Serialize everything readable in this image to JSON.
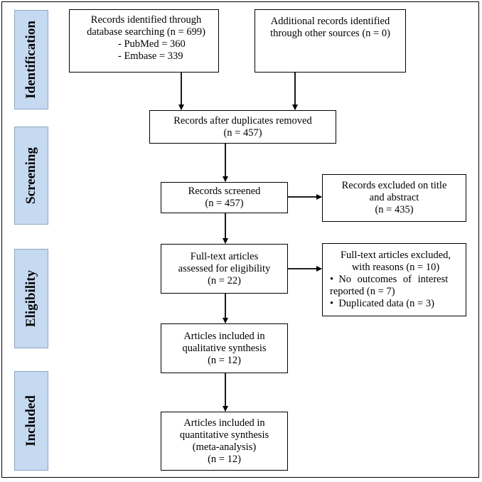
{
  "phases": {
    "identification": "Identification",
    "screening": "Screening",
    "eligibility": "Eligibility",
    "included": "Included"
  },
  "boxes": {
    "database": {
      "line1": "Records identified through",
      "line2": "database searching (n = 699)",
      "line3": "- PubMed = 360",
      "line4": "- Embase = 339"
    },
    "other_sources": {
      "line1": "Additional records identified",
      "line2": "through other sources (n = 0)"
    },
    "after_duplicates": {
      "line1": "Records after duplicates removed",
      "line2": "(n = 457)"
    },
    "screened": {
      "line1": "Records screened",
      "line2": "(n = 457)"
    },
    "excluded_title": {
      "line1": "Records excluded on title",
      "line2": "and abstract",
      "line3": "(n = 435)"
    },
    "fulltext": {
      "line1": "Full-text articles",
      "line2": "assessed for eligibility",
      "line3": "(n = 22)"
    },
    "fulltext_excluded": {
      "line1": "Full-text articles excluded,",
      "line2": "with reasons (n = 10)",
      "bullet1a": "No outcomes of interest",
      "bullet1b": "reported (n = 7)",
      "bullet2": "Duplicated data (n = 3)"
    },
    "qualitative": {
      "line1": "Articles included in",
      "line2": "qualitative synthesis",
      "line3": "(n = 12)"
    },
    "quantitative": {
      "line1": "Articles included in",
      "line2": "quantitative synthesis",
      "line3": "(meta-analysis)",
      "line4": "(n = 12)"
    }
  }
}
